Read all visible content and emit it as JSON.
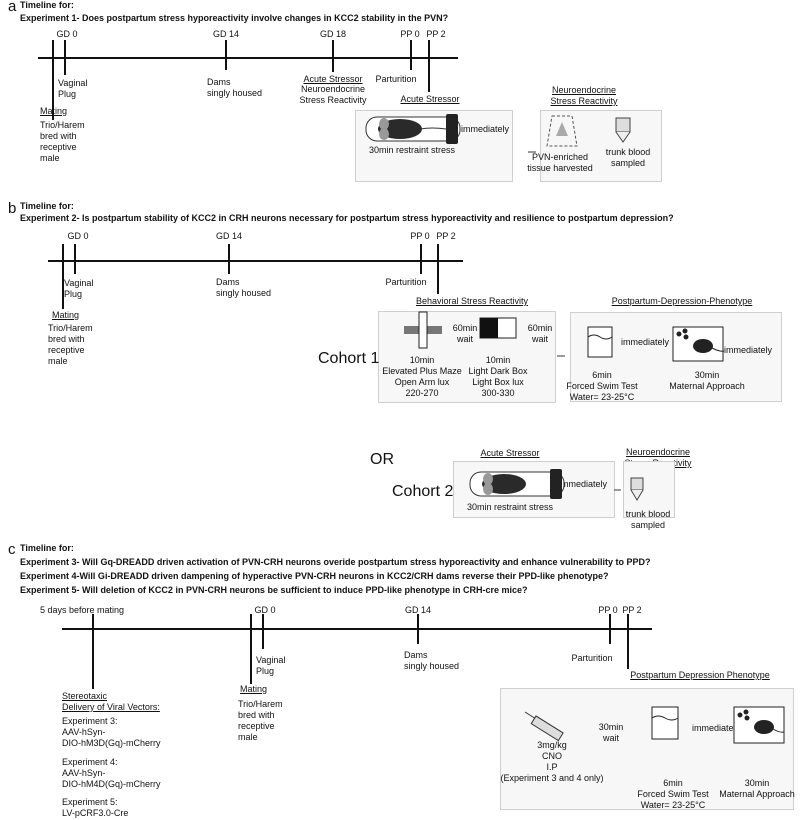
{
  "panel_a": {
    "letter": "a",
    "timeline_for": "Timeline for:",
    "title": "Experiment 1- Does postpartum stress hyporeactivity involve changes in KCC2 stability in the PVN?",
    "ticks": [
      "GD 0",
      "GD 14",
      "GD 18",
      "PP 0",
      "PP 2"
    ],
    "vaginal_plug": "Vaginal\nPlug",
    "mating": "Mating",
    "mating_desc": "Trio/Harem\nbred with\nreceptive\nmale",
    "dams": "Dams\nsingly housed",
    "gd18_label_u": "Acute Stressor",
    "gd18_label_2": "Neuroendocrine\nStress Reactivity",
    "parturition": "Parturition",
    "acute_stressor": "Acute Stressor",
    "neuro_title": "Neuroendocrine\nStress Reactivity",
    "restraint": "30min restraint stress",
    "immediately": "immediately",
    "pvn": "PVN-enriched\ntissue harvested",
    "trunk": "trunk blood\nsampled"
  },
  "panel_b": {
    "letter": "b",
    "timeline_for": "Timeline for:",
    "title": "Experiment 2- Is postpartum stability of KCC2 in CRH neurons necessary for postpartum stress hyporeactivity and resilience to postpartum depression?",
    "ticks": [
      "GD 0",
      "GD 14",
      "PP 0",
      "PP 2"
    ],
    "vaginal_plug": "Vaginal\nPlug",
    "mating": "Mating",
    "mating_desc": "Trio/Harem\nbred with\nreceptive\nmale",
    "dams": "Dams\nsingly housed",
    "parturition": "Parturition",
    "behavioral_title": "Behavioral Stress Reactivity",
    "ppd_title": "Postpartum-Depression-Phenotype",
    "cohort1": "Cohort 1",
    "epm": "10min\nElevated Plus Maze\nOpen Arm lux\n220-270",
    "wait60a": "60min\nwait",
    "ldb": "10min\nLight Dark Box\nLight Box lux\n300-330",
    "wait60b": "60min\nwait",
    "fst": "6min\nForced Swim Test\nWater= 23-25°C",
    "immediately1": "immediately",
    "maternal": "30min\nMaternal Approach",
    "immediately2": "immediately",
    "or": "OR",
    "cohort2": "Cohort 2",
    "acute_stressor": "Acute Stressor",
    "neuro_title": "Neuroendocrine\nStress Reactivity",
    "restraint": "30min restraint stress",
    "immediately3": "immediately",
    "trunk": "trunk blood\nsampled"
  },
  "panel_c": {
    "letter": "c",
    "timeline_for": "Timeline for:",
    "exp3": "Experiment 3- Will Gq-DREADD driven activation of PVN-CRH neurons overide postpartum stress hyporeactivity and enhance vulnerability to PPD?",
    "exp4": "Experiment 4-Will Gi-DREADD driven dampening of hyperactive PVN-CRH neurons in KCC2/CRH dams reverse their PPD-like phenotype?",
    "exp5": "Experiment 5- Will deletion of KCC2 in PVN-CRH neurons be sufficient to induce PPD-like phenotype in CRH-cre mice?",
    "five_days": "5 days before mating",
    "ticks": [
      "GD 0",
      "GD 14",
      "PP 0",
      "PP 2"
    ],
    "vaginal_plug": "Vaginal\nPlug",
    "mating": "Mating",
    "mating_desc": "Trio/Harem\nbred with\nreceptive\nmale",
    "dams": "Dams\nsingly housed",
    "parturition": "Parturition",
    "stereotaxic": "Stereotaxic\nDelivery of Viral Vectors:",
    "vec3": "Experiment 3:\nAAV-hSyn-\nDIO-hM3D(Gq)-mCherry",
    "vec4": "Experiment 4:\nAAV-hSyn-\nDIO-hM4D(Gq)-mCherry",
    "vec5": "Experiment 5:\nLV-pCRF3.0-Cre",
    "ppd_title": "Postpartum Depression Phenotype",
    "cno": "3mg/kg\nCNO\nI.P\n(Experiment 3 and 4 only)",
    "wait30": "30min\nwait",
    "fst": "6min\nForced Swim Test\nWater= 23-25°C",
    "immediately": "immediately",
    "maternal": "30min\nMaternal Approach"
  }
}
